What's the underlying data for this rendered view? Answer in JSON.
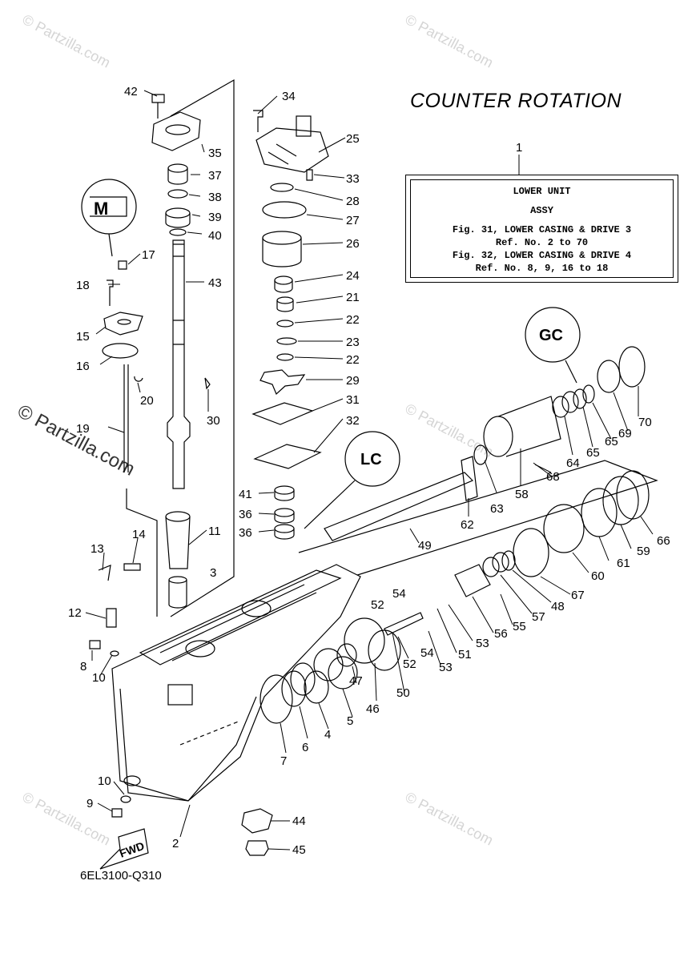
{
  "title": "COUNTER ROTATION",
  "diagram_code": "6EL3100-Q310",
  "watermark_text": "© Partzilla.com",
  "reference_box": {
    "part_number": "1",
    "name_line1": "LOWER UNIT",
    "name_line2": "ASSY",
    "ref_lines": [
      "Fig. 31, LOWER CASING & DRIVE 3",
      "Ref. No. 2 to 70",
      "Fig. 32, LOWER CASING & DRIVE 4",
      "Ref. No. 8, 9, 16 to 18"
    ]
  },
  "callout_badges": {
    "m_badge": "M",
    "gc_badge": "GC",
    "lc_badge": "LC"
  },
  "fwd_arrow_label": "FWD",
  "callouts": [
    "2",
    "3",
    "4",
    "5",
    "6",
    "7",
    "8",
    "9",
    "10",
    "10",
    "11",
    "12",
    "13",
    "14",
    "15",
    "16",
    "17",
    "18",
    "19",
    "20",
    "21",
    "22",
    "22",
    "23",
    "24",
    "25",
    "26",
    "27",
    "28",
    "29",
    "30",
    "31",
    "32",
    "33",
    "34",
    "35",
    "36",
    "36",
    "37",
    "38",
    "39",
    "40",
    "41",
    "42",
    "43",
    "44",
    "45",
    "46",
    "47",
    "48",
    "49",
    "50",
    "51",
    "52",
    "52",
    "53",
    "53",
    "54",
    "54",
    "55",
    "56",
    "57",
    "58",
    "59",
    "60",
    "61",
    "62",
    "63",
    "64",
    "65",
    "65",
    "66",
    "67",
    "68",
    "69",
    "70"
  ]
}
